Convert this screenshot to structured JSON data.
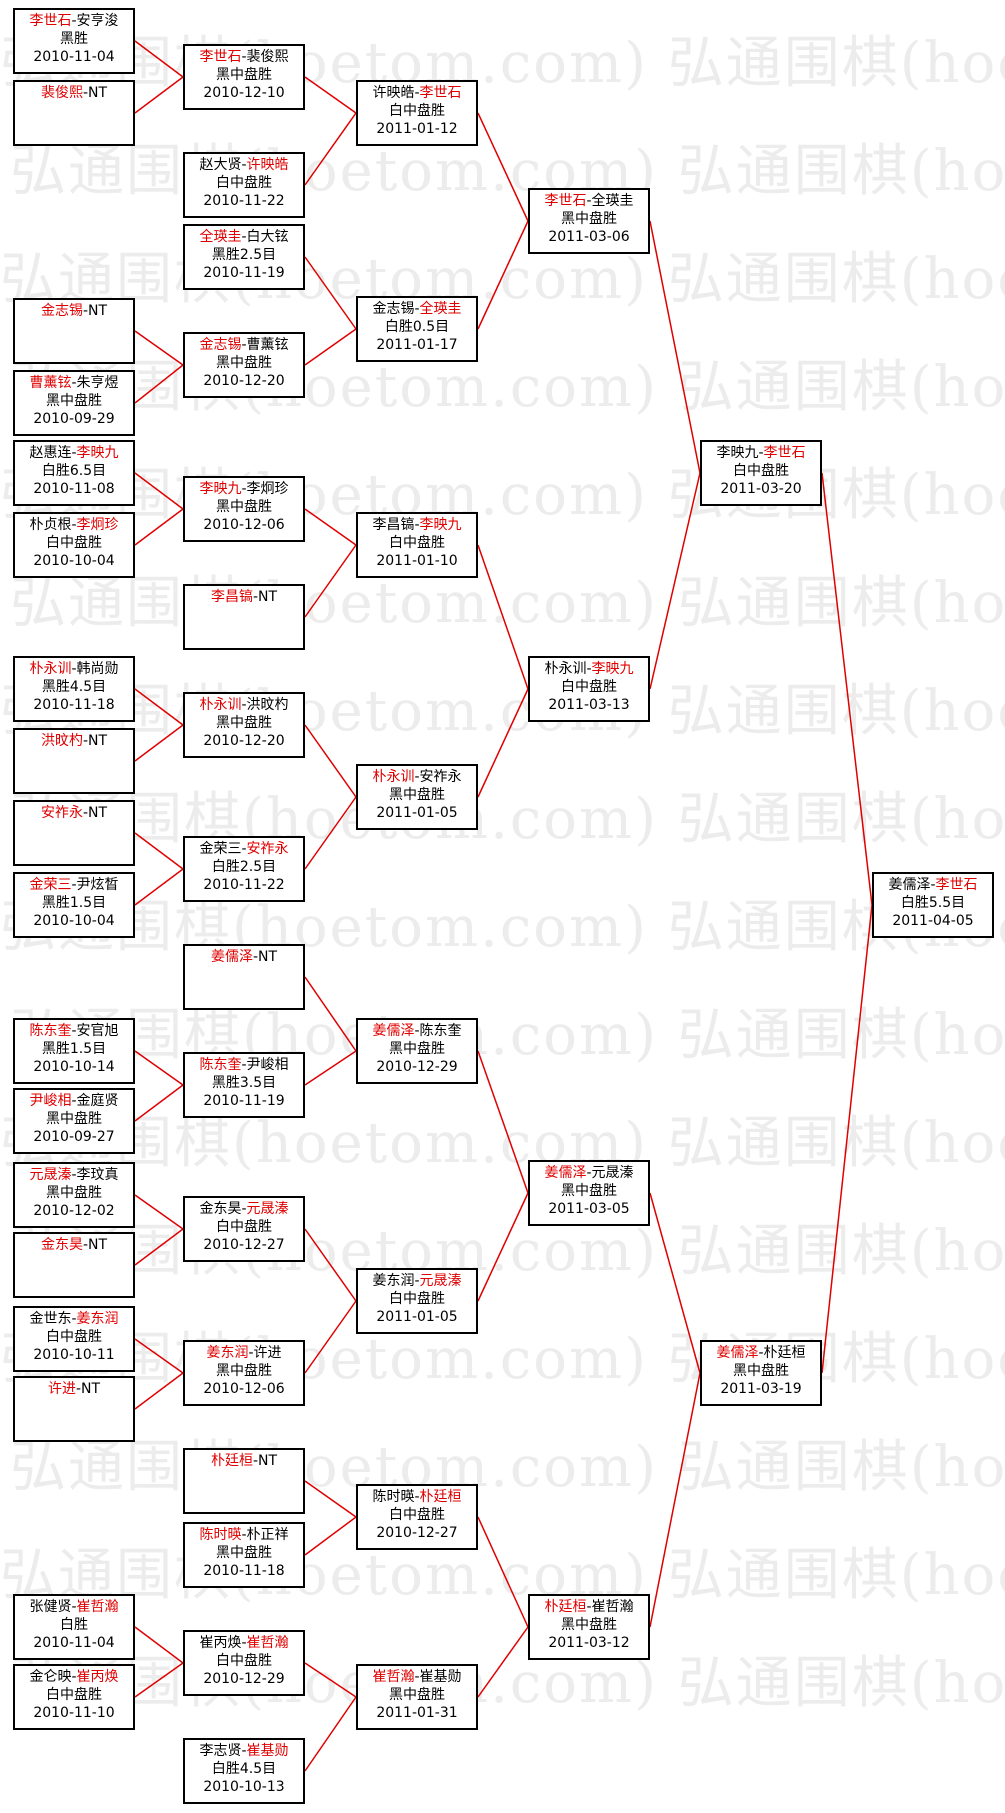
{
  "watermark": {
    "text": "弘通围棋(hoetom.com)"
  },
  "colors": {
    "line": "#e00000",
    "winner_text": "#e00000",
    "loser_text": "#000000",
    "box_border": "#000000"
  },
  "bracket": {
    "round1": [
      {
        "id": "r1-1",
        "p1": "李世石",
        "p2": "安亨浚",
        "winner": 1,
        "result": "黑胜",
        "date": "2010-11-04"
      },
      {
        "id": "r1-2",
        "p1": "裴俊熙",
        "p2": "NT",
        "winner": 1,
        "result": "",
        "date": ""
      },
      {
        "id": "r1-3",
        "p1": "金志锡",
        "p2": "NT",
        "winner": 1,
        "result": "",
        "date": ""
      },
      {
        "id": "r1-4",
        "p1": "曹薰铉",
        "p2": "朱亨煜",
        "winner": 1,
        "result": "黑中盘胜",
        "date": "2010-09-29"
      },
      {
        "id": "r1-5",
        "p1": "赵惠连",
        "p2": "李映九",
        "winner": 2,
        "result": "白胜6.5目",
        "date": "2010-11-08"
      },
      {
        "id": "r1-6",
        "p1": "朴贞根",
        "p2": "李炯珍",
        "winner": 2,
        "result": "白中盘胜",
        "date": "2010-10-04"
      },
      {
        "id": "r1-7",
        "p1": "朴永训",
        "p2": "韩尚勋",
        "winner": 1,
        "result": "黑胜4.5目",
        "date": "2010-11-18"
      },
      {
        "id": "r1-8",
        "p1": "洪旼杓",
        "p2": "NT",
        "winner": 1,
        "result": "",
        "date": ""
      },
      {
        "id": "r1-9",
        "p1": "安祚永",
        "p2": "NT",
        "winner": 1,
        "result": "",
        "date": ""
      },
      {
        "id": "r1-10",
        "p1": "金荣三",
        "p2": "尹炫晳",
        "winner": 1,
        "result": "黑胜1.5目",
        "date": "2010-10-04"
      },
      {
        "id": "r1-11",
        "p1": "陈东奎",
        "p2": "安官旭",
        "winner": 1,
        "result": "黑胜1.5目",
        "date": "2010-10-14"
      },
      {
        "id": "r1-12",
        "p1": "尹峻相",
        "p2": "金庭贤",
        "winner": 1,
        "result": "黑中盘胜",
        "date": "2010-09-27"
      },
      {
        "id": "r1-13",
        "p1": "元晟溱",
        "p2": "李玟真",
        "winner": 1,
        "result": "黑中盘胜",
        "date": "2010-12-02"
      },
      {
        "id": "r1-14",
        "p1": "金东昊",
        "p2": "NT",
        "winner": 1,
        "result": "",
        "date": ""
      },
      {
        "id": "r1-15",
        "p1": "金世东",
        "p2": "姜东润",
        "winner": 2,
        "result": "白中盘胜",
        "date": "2010-10-11"
      },
      {
        "id": "r1-16",
        "p1": "许进",
        "p2": "NT",
        "winner": 1,
        "result": "",
        "date": ""
      },
      {
        "id": "r1-17",
        "p1": "张健贤",
        "p2": "崔哲瀚",
        "winner": 2,
        "result": "白胜",
        "date": "2010-11-04"
      },
      {
        "id": "r1-18",
        "p1": "金仑映",
        "p2": "崔丙焕",
        "winner": 2,
        "result": "白中盘胜",
        "date": "2010-11-10"
      }
    ],
    "round2": [
      {
        "id": "r2-1",
        "p1": "李世石",
        "p2": "裴俊熙",
        "winner": 1,
        "result": "黑中盘胜",
        "date": "2010-12-10"
      },
      {
        "id": "r2-2",
        "p1": "赵大贤",
        "p2": "许映皓",
        "winner": 2,
        "result": "白中盘胜",
        "date": "2010-11-22"
      },
      {
        "id": "r2-3",
        "p1": "全瑛圭",
        "p2": "白大铉",
        "winner": 1,
        "result": "黑胜2.5目",
        "date": "2010-11-19"
      },
      {
        "id": "r2-4",
        "p1": "金志锡",
        "p2": "曹薰铉",
        "winner": 1,
        "result": "黑中盘胜",
        "date": "2010-12-20"
      },
      {
        "id": "r2-5",
        "p1": "李映九",
        "p2": "李炯珍",
        "winner": 1,
        "result": "黑中盘胜",
        "date": "2010-12-06"
      },
      {
        "id": "r2-6",
        "p1": "李昌镐",
        "p2": "NT",
        "winner": 1,
        "result": "",
        "date": ""
      },
      {
        "id": "r2-7",
        "p1": "朴永训",
        "p2": "洪旼杓",
        "winner": 1,
        "result": "黑中盘胜",
        "date": "2010-12-20"
      },
      {
        "id": "r2-8",
        "p1": "金荣三",
        "p2": "安祚永",
        "winner": 2,
        "result": "白胜2.5目",
        "date": "2010-11-22"
      },
      {
        "id": "r2-9",
        "p1": "姜儒泽",
        "p2": "NT",
        "winner": 1,
        "result": "",
        "date": ""
      },
      {
        "id": "r2-10",
        "p1": "陈东奎",
        "p2": "尹峻相",
        "winner": 1,
        "result": "黑胜3.5目",
        "date": "2010-11-19"
      },
      {
        "id": "r2-11",
        "p1": "金东昊",
        "p2": "元晟溱",
        "winner": 2,
        "result": "白中盘胜",
        "date": "2010-12-27"
      },
      {
        "id": "r2-12",
        "p1": "姜东润",
        "p2": "许进",
        "winner": 1,
        "result": "黑中盘胜",
        "date": "2010-12-06"
      },
      {
        "id": "r2-13",
        "p1": "朴廷桓",
        "p2": "NT",
        "winner": 1,
        "result": "",
        "date": ""
      },
      {
        "id": "r2-14",
        "p1": "陈时暎",
        "p2": "朴正祥",
        "winner": 1,
        "result": "黑中盘胜",
        "date": "2010-11-18"
      },
      {
        "id": "r2-15",
        "p1": "崔丙焕",
        "p2": "崔哲瀚",
        "winner": 2,
        "result": "白中盘胜",
        "date": "2010-12-29"
      },
      {
        "id": "r2-16",
        "p1": "李志贤",
        "p2": "崔基勋",
        "winner": 2,
        "result": "白胜4.5目",
        "date": "2010-10-13"
      }
    ],
    "round3": [
      {
        "id": "r3-1",
        "p1": "许映皓",
        "p2": "李世石",
        "winner": 2,
        "result": "白中盘胜",
        "date": "2011-01-12"
      },
      {
        "id": "r3-2",
        "p1": "金志锡",
        "p2": "全瑛圭",
        "winner": 2,
        "result": "白胜0.5目",
        "date": "2011-01-17"
      },
      {
        "id": "r3-3",
        "p1": "李昌镐",
        "p2": "李映九",
        "winner": 2,
        "result": "白中盘胜",
        "date": "2011-01-10"
      },
      {
        "id": "r3-4",
        "p1": "朴永训",
        "p2": "安祚永",
        "winner": 1,
        "result": "黑中盘胜",
        "date": "2011-01-05"
      },
      {
        "id": "r3-5",
        "p1": "姜儒泽",
        "p2": "陈东奎",
        "winner": 1,
        "result": "黑中盘胜",
        "date": "2010-12-29"
      },
      {
        "id": "r3-6",
        "p1": "姜东润",
        "p2": "元晟溱",
        "winner": 2,
        "result": "白中盘胜",
        "date": "2011-01-05"
      },
      {
        "id": "r3-7",
        "p1": "陈时暎",
        "p2": "朴廷桓",
        "winner": 2,
        "result": "白中盘胜",
        "date": "2010-12-27"
      },
      {
        "id": "r3-8",
        "p1": "崔哲瀚",
        "p2": "崔基勋",
        "winner": 1,
        "result": "黑中盘胜",
        "date": "2011-01-31"
      }
    ],
    "round4": [
      {
        "id": "r4-1",
        "p1": "李世石",
        "p2": "全瑛圭",
        "winner": 1,
        "result": "黑中盘胜",
        "date": "2011-03-06"
      },
      {
        "id": "r4-2",
        "p1": "朴永训",
        "p2": "李映九",
        "winner": 2,
        "result": "白中盘胜",
        "date": "2011-03-13"
      },
      {
        "id": "r4-3",
        "p1": "姜儒泽",
        "p2": "元晟溱",
        "winner": 1,
        "result": "黑中盘胜",
        "date": "2011-03-05"
      },
      {
        "id": "r4-4",
        "p1": "朴廷桓",
        "p2": "崔哲瀚",
        "winner": 1,
        "result": "黑中盘胜",
        "date": "2011-03-12"
      }
    ],
    "round5": [
      {
        "id": "r5-1",
        "p1": "李映九",
        "p2": "李世石",
        "winner": 2,
        "result": "白中盘胜",
        "date": "2011-03-20"
      },
      {
        "id": "r5-2",
        "p1": "姜儒泽",
        "p2": "朴廷桓",
        "winner": 1,
        "result": "黑中盘胜",
        "date": "2011-03-19"
      }
    ],
    "final": [
      {
        "id": "final",
        "p1": "姜儒泽",
        "p2": "李世石",
        "winner": 2,
        "result": "白胜5.5目",
        "date": "2011-04-05"
      }
    ]
  }
}
